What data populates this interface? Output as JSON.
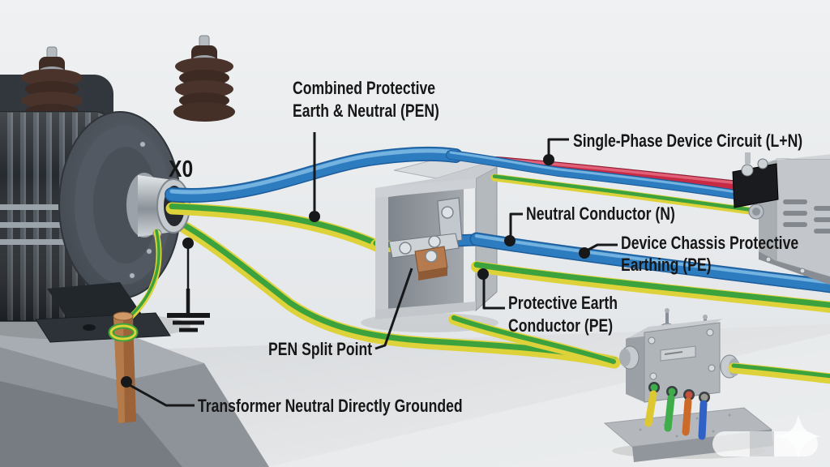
{
  "labels": {
    "combined_pen": {
      "line1": "Combined Protective",
      "line2": "Earth & Neutral (PEN)"
    },
    "single_phase": {
      "text": "Single-Phase Device Circuit (L+N)"
    },
    "neutral": {
      "text": "Neutral Conductor (N)"
    },
    "device_chassis": {
      "line1": "Device Chassis Protective",
      "line2": "Earthing (PE)"
    },
    "protective_earth": {
      "line1": "Protective Earth",
      "line2": "Conductor (PE)"
    },
    "pen_split": {
      "text": "PEN Split Point"
    },
    "transformer_neutral": {
      "text": "Transformer Neutral Directly Grounded"
    },
    "x0": {
      "text": "X0"
    }
  },
  "symbols": {
    "earth_ground_symbol": "IEC earth / ground symbol"
  },
  "colors": {
    "label_text": "#171717",
    "wire_blue": "#2f7fc4",
    "wire_red": "#c62a45",
    "wire_yellow": "#e0d53a",
    "wire_green": "#3ea23d",
    "copper": "#b07a4e",
    "enclosure_gray": "#c3c7cb",
    "background": "#e7e9eb"
  }
}
